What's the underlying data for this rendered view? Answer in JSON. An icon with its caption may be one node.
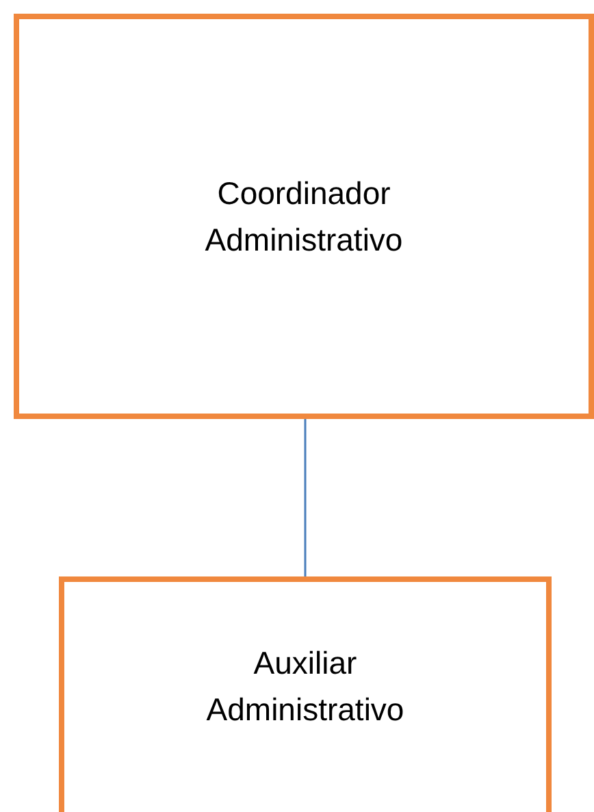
{
  "diagram": {
    "nodes": [
      {
        "text": [
          "Coordinador Administrativo"
        ]
      },
      {
        "text": [
          "Auxiliar Administrativo"
        ]
      }
    ],
    "edges": [
      {
        "from": 0,
        "to": 1,
        "arrow": "none"
      }
    ]
  }
}
